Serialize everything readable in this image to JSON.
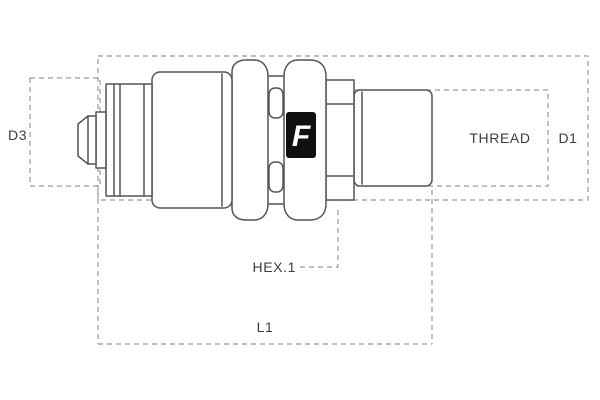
{
  "diagram": {
    "labels": {
      "d3": "D3",
      "thread": "THREAD",
      "d1": "D1",
      "hex": "HEX.1",
      "l1": "L1"
    },
    "logo": "F",
    "colors": {
      "background": "#ffffff",
      "outline": "#555555",
      "dashed": "#9a9a9a",
      "label_text": "#3d3d3d",
      "logo_bg": "#101010",
      "logo_fg": "#ffffff"
    }
  }
}
